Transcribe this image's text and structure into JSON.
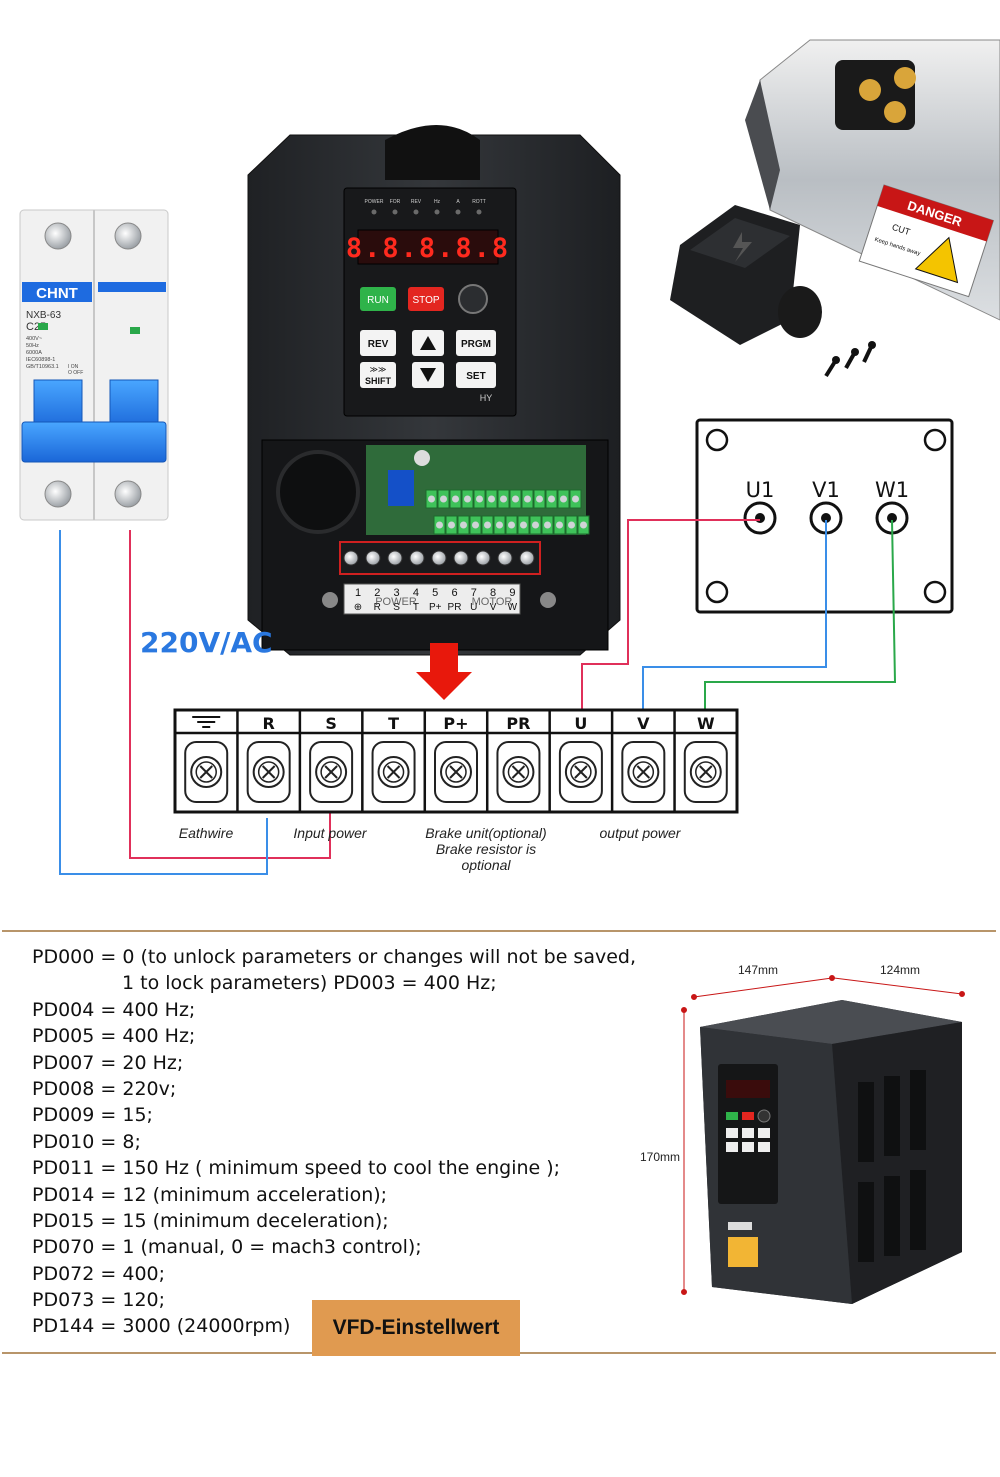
{
  "breaker": {
    "brand": "CHNT",
    "model": "NXB-63",
    "rating": "C25",
    "spec_lines": [
      "400V~",
      "50Hz",
      "6000A",
      "IEC60898-1",
      "GB/T10963.1"
    ],
    "on_label": "I ON",
    "off_label": "O OFF"
  },
  "vfd": {
    "leds": [
      "POWER",
      "FOR",
      "REV",
      "Hz",
      "A",
      "ROTT"
    ],
    "display": "8.8.8.8.8",
    "keys": {
      "run": "RUN",
      "stop": "STOP",
      "rev": "REV",
      "prgm": "PRGM",
      "shift": "SHIFT",
      "set": "SET"
    },
    "brand": "HY",
    "terminal_numbers": [
      "1",
      "2",
      "3",
      "4",
      "5",
      "6",
      "7",
      "8",
      "9"
    ],
    "terminal_letters": [
      "⊕",
      "R",
      "S",
      "T",
      "P+",
      "PR",
      "U",
      "V",
      "W"
    ],
    "power_label": "POWER",
    "motor_label": "MOTOR"
  },
  "voltage_label": "220V/AC",
  "motor_plate": {
    "terminals": [
      "U1",
      "V1",
      "W1"
    ]
  },
  "spindle": {
    "danger": "DANGER",
    "cut": "CUT",
    "keep": "Keep hands away"
  },
  "terminal_block": {
    "terminals": [
      "⏚",
      "R",
      "S",
      "T",
      "P+",
      "PR",
      "U",
      "V",
      "W"
    ],
    "captions": {
      "earth": "Eathwire",
      "input": "Input power",
      "brake1": "Brake unit(optional)",
      "brake2": "Brake resistor is",
      "brake3": "optional",
      "output": "output power"
    }
  },
  "settings": {
    "lines": [
      "PD000 = 0 (to unlock parameters or changes will not be saved,",
      "1 to lock parameters) PD003 = 400 Hz;",
      "PD004 = 400 Hz;",
      "PD005 = 400 Hz;",
      "PD007 = 20 Hz;",
      "PD008 = 220v;",
      "PD009 = 15;",
      "PD010 = 8;",
      "PD011 = 150 Hz ( minimum speed to cool the engine );",
      "PD014 = 12 (minimum acceleration);",
      "PD015 = 15 (minimum deceleration);",
      "PD070 = 1 (manual, 0 = mach3 control);",
      "PD072 = 400;",
      "PD073 = 120;",
      "PD144 = 3000 (24000rpm)"
    ],
    "badge": "VFD-Einstellwert"
  },
  "dimensions": {
    "width": "147mm",
    "depth": "124mm",
    "height": "170mm"
  },
  "colors": {
    "label_blue": "#2a78e0",
    "wire_red": "#e0305a",
    "wire_blue": "#3a8ee8",
    "wire_green": "#2aa84a",
    "arrow_red": "#e8180c",
    "badge_orange": "#e09a50",
    "frame_tan": "#b8956a"
  }
}
